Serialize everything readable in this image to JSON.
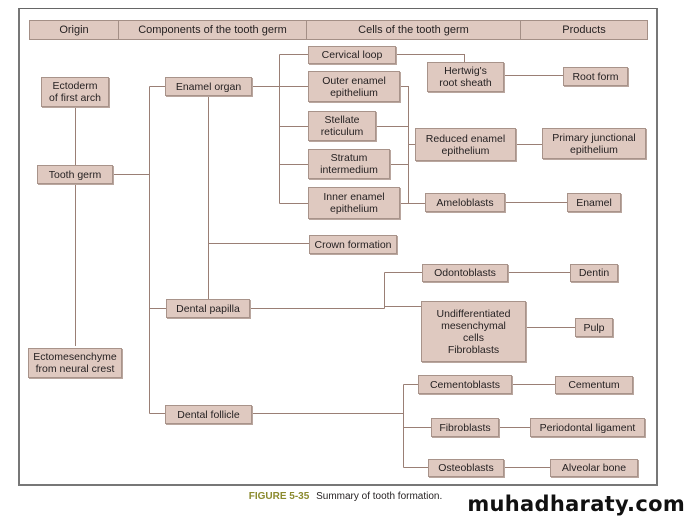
{
  "headers": [
    "Origin",
    "Components of the tooth germ",
    "Cells of the tooth germ",
    "Products"
  ],
  "nodes": {
    "ectoderm": "Ectoderm\nof first arch",
    "tooth_germ": "Tooth germ",
    "ectomesenchyme": "Ectomesenchyme\nfrom neural crest",
    "enamel_organ": "Enamel organ",
    "dental_papilla": "Dental papilla",
    "dental_follicle": "Dental follicle",
    "cervical_loop": "Cervical loop",
    "outer_enamel": "Outer enamel\nepithelium",
    "stellate": "Stellate\nreticulum",
    "stratum": "Stratum\nintermedium",
    "inner_enamel": "Inner enamel\nepithelium",
    "crown_formation": "Crown formation",
    "hertwig": "Hertwig's\nroot sheath",
    "reduced_enamel": "Reduced enamel\nepithelium",
    "ameloblasts": "Ameloblasts",
    "odontoblasts": "Odontoblasts",
    "undiff": "Undifferentiated\nmesenchymal\ncells\nFibroblasts",
    "cementoblasts": "Cementoblasts",
    "fibroblasts": "Fibroblasts",
    "osteoblasts": "Osteoblasts",
    "root_form": "Root form",
    "primary_junctional": "Primary junctional\nepithelium",
    "enamel": "Enamel",
    "dentin": "Dentin",
    "pulp": "Pulp",
    "cementum": "Cementum",
    "periodontal": "Periodontal ligament",
    "alveolar": "Alveolar bone"
  },
  "caption": {
    "figure_label": "FIGURE 5-35",
    "text": "Summary of tooth formation."
  },
  "watermark": "muhadharaty.com",
  "colors": {
    "box_fill": "#dfc9c0",
    "box_border": "#a8938a",
    "line": "#9a7f75",
    "figure_label": "#8b8a2e"
  }
}
